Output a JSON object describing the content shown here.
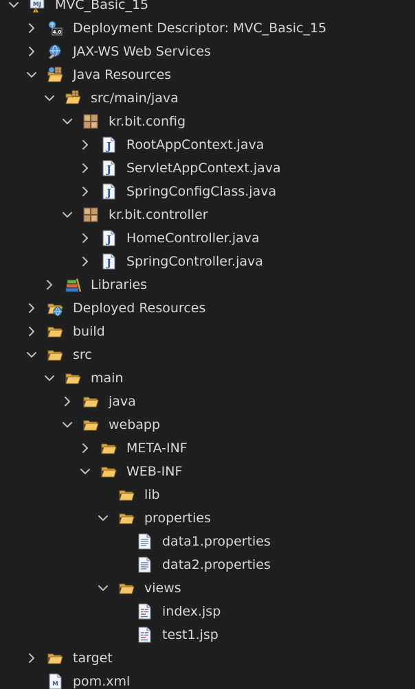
{
  "tree": [
    {
      "label": "MVC_Basic_15",
      "depth": 0,
      "state": "open",
      "icon": "project-icon"
    },
    {
      "label": "Deployment Descriptor: MVC_Basic_15",
      "depth": 1,
      "state": "closed",
      "icon": "deployment-descriptor-icon"
    },
    {
      "label": "JAX-WS Web Services",
      "depth": 1,
      "state": "closed",
      "icon": "web-services-icon"
    },
    {
      "label": "Java Resources",
      "depth": 1,
      "state": "open",
      "icon": "java-resources-icon"
    },
    {
      "label": "src/main/java",
      "depth": 2,
      "state": "open",
      "icon": "source-folder-icon"
    },
    {
      "label": "kr.bit.config",
      "depth": 3,
      "state": "open",
      "icon": "package-icon"
    },
    {
      "label": "RootAppContext.java",
      "depth": 4,
      "state": "closed",
      "icon": "java-file-icon"
    },
    {
      "label": "ServletAppContext.java",
      "depth": 4,
      "state": "closed",
      "icon": "java-file-icon"
    },
    {
      "label": "SpringConfigClass.java",
      "depth": 4,
      "state": "closed",
      "icon": "java-file-icon"
    },
    {
      "label": "kr.bit.controller",
      "depth": 3,
      "state": "open",
      "icon": "package-icon"
    },
    {
      "label": "HomeController.java",
      "depth": 4,
      "state": "closed",
      "icon": "java-file-icon"
    },
    {
      "label": "SpringController.java",
      "depth": 4,
      "state": "closed",
      "icon": "java-file-icon"
    },
    {
      "label": "Libraries",
      "depth": 2,
      "state": "closed",
      "icon": "libraries-icon"
    },
    {
      "label": "Deployed Resources",
      "depth": 1,
      "state": "closed",
      "icon": "deployed-resources-icon"
    },
    {
      "label": "build",
      "depth": 1,
      "state": "closed",
      "icon": "folder-icon"
    },
    {
      "label": "src",
      "depth": 1,
      "state": "open",
      "icon": "folder-icon"
    },
    {
      "label": "main",
      "depth": 2,
      "state": "open",
      "icon": "folder-icon"
    },
    {
      "label": "java",
      "depth": 3,
      "state": "closed",
      "icon": "folder-icon"
    },
    {
      "label": "webapp",
      "depth": 3,
      "state": "open",
      "icon": "folder-icon"
    },
    {
      "label": "META-INF",
      "depth": 4,
      "state": "closed",
      "icon": "folder-icon"
    },
    {
      "label": "WEB-INF",
      "depth": 4,
      "state": "open",
      "icon": "folder-icon"
    },
    {
      "label": "lib",
      "depth": 5,
      "state": "none",
      "icon": "folder-icon"
    },
    {
      "label": "properties",
      "depth": 5,
      "state": "open",
      "icon": "folder-icon"
    },
    {
      "label": "data1.properties",
      "depth": 6,
      "state": "none",
      "icon": "properties-file-icon"
    },
    {
      "label": "data2.properties",
      "depth": 6,
      "state": "none",
      "icon": "properties-file-icon"
    },
    {
      "label": "views",
      "depth": 5,
      "state": "open",
      "icon": "folder-icon"
    },
    {
      "label": "index.jsp",
      "depth": 6,
      "state": "none",
      "icon": "jsp-file-icon"
    },
    {
      "label": "test1.jsp",
      "depth": 6,
      "state": "none",
      "icon": "jsp-file-icon"
    },
    {
      "label": "target",
      "depth": 1,
      "state": "closed",
      "icon": "folder-icon"
    },
    {
      "label": "pom.xml",
      "depth": 1,
      "state": "none",
      "icon": "xml-file-icon"
    }
  ]
}
